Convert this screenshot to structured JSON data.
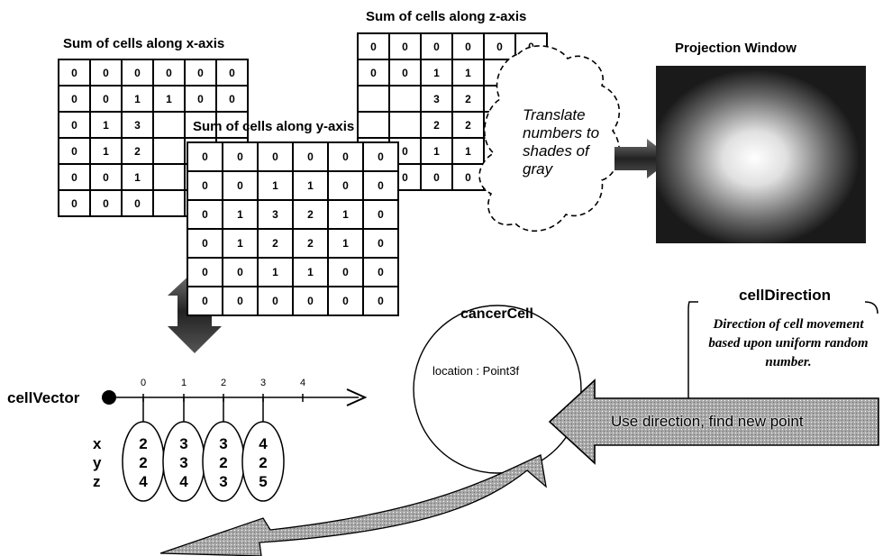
{
  "grid_z": {
    "title": "Sum of cells along z-axis",
    "rows": [
      [
        "0",
        "0",
        "0",
        "0",
        "0",
        "0"
      ],
      [
        "0",
        "0",
        "1",
        "1",
        "",
        ""
      ],
      [
        "",
        "",
        "3",
        "2",
        "",
        ""
      ],
      [
        "",
        "",
        "2",
        "2",
        "",
        ""
      ],
      [
        "",
        "0",
        "1",
        "1",
        "",
        ""
      ],
      [
        "",
        "0",
        "0",
        "0",
        "",
        ""
      ]
    ]
  },
  "grid_x": {
    "title": "Sum of cells along x-axis",
    "rows": [
      [
        "0",
        "0",
        "0",
        "0",
        "0",
        "0"
      ],
      [
        "0",
        "0",
        "1",
        "1",
        "0",
        "0"
      ],
      [
        "0",
        "1",
        "3",
        "",
        "",
        ""
      ],
      [
        "0",
        "1",
        "2",
        "",
        "",
        ""
      ],
      [
        "0",
        "0",
        "1",
        "",
        "",
        ""
      ],
      [
        "0",
        "0",
        "0",
        "",
        "",
        ""
      ]
    ]
  },
  "grid_y": {
    "title": "Sum of cells along y-axis",
    "rows": [
      [
        "0",
        "0",
        "0",
        "0",
        "0",
        "0"
      ],
      [
        "0",
        "0",
        "1",
        "1",
        "0",
        "0"
      ],
      [
        "0",
        "1",
        "3",
        "2",
        "1",
        "0"
      ],
      [
        "0",
        "1",
        "2",
        "2",
        "1",
        "0"
      ],
      [
        "0",
        "0",
        "1",
        "1",
        "0",
        "0"
      ],
      [
        "0",
        "0",
        "0",
        "0",
        "0",
        "0"
      ]
    ]
  },
  "translate_cloud": {
    "text": "Translate numbers to shades of gray"
  },
  "projection_window": {
    "title": "Projection Window"
  },
  "cancer_cell": {
    "title": "cancerCell",
    "field": "location : Point3f"
  },
  "cell_direction": {
    "title": "cellDirection",
    "description": "Direction of cell movement based upon uniform random number."
  },
  "arrow_label": "Use direction, find new point",
  "cell_vector": {
    "label": "cellVector",
    "axis_ticks": [
      "0",
      "1",
      "2",
      "3",
      "4"
    ],
    "row_labels": [
      "x",
      "y",
      "z"
    ],
    "columns": [
      [
        "2",
        "2",
        "4"
      ],
      [
        "3",
        "3",
        "4"
      ],
      [
        "3",
        "2",
        "3"
      ],
      [
        "4",
        "2",
        "5"
      ]
    ]
  }
}
